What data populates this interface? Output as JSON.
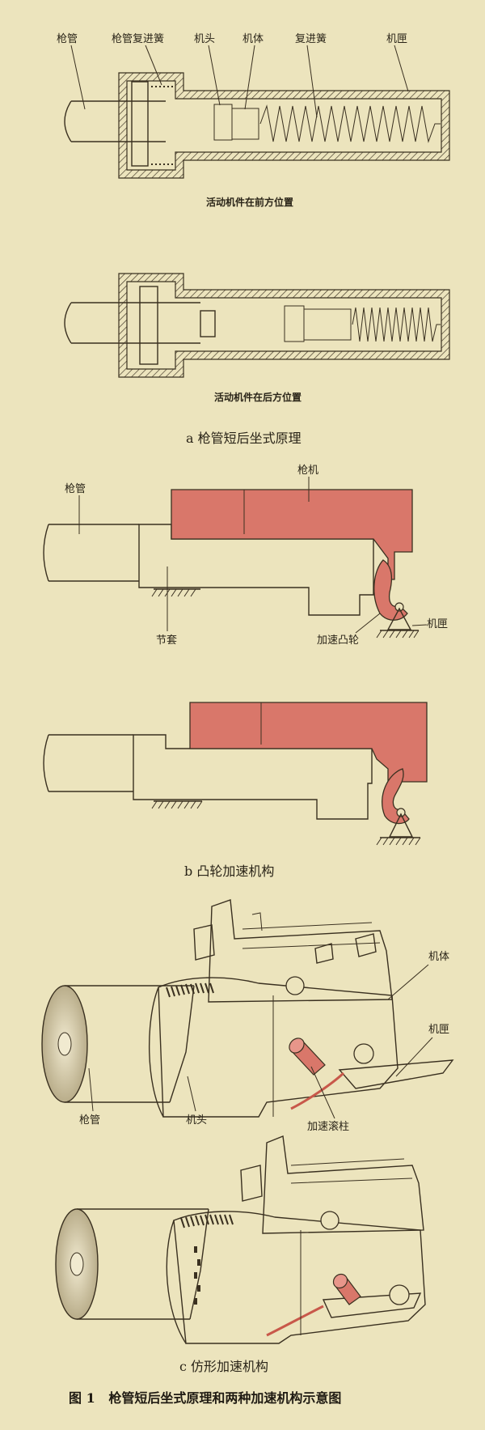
{
  "panel_a": {
    "labels": {
      "barrel": "枪管",
      "barrel_spring": "枪管复进簧",
      "bolt_head": "机头",
      "bolt_body": "机体",
      "recoil_spring": "复进簧",
      "receiver": "机匣"
    },
    "caption_front": "活动机件在前方位置",
    "caption_rear": "活动机件在后方位置",
    "subtitle": "a 枪管短后坐式原理"
  },
  "panel_b": {
    "labels": {
      "barrel": "枪管",
      "bolt": "枪机",
      "sleeve": "节套",
      "cam": "加速凸轮",
      "receiver": "机匣"
    },
    "subtitle": "b 凸轮加速机构"
  },
  "panel_c": {
    "labels": {
      "bolt_body": "机体",
      "receiver": "机匣",
      "barrel": "枪管",
      "bolt_head": "机头",
      "roller": "加速滚柱"
    },
    "subtitle": "c 仿形加速机构"
  },
  "figure_caption": "图 1   枪管短后坐式原理和两种加速机构示意图",
  "colors": {
    "background": "#ece4bd",
    "bolt_red": "#d9776a",
    "bolt_part": "#e6c8a2",
    "hatch": "#3a3020"
  },
  "icons": {
    "ground": "hatched-ground-support",
    "pivot": "triangle-pivot-support"
  }
}
